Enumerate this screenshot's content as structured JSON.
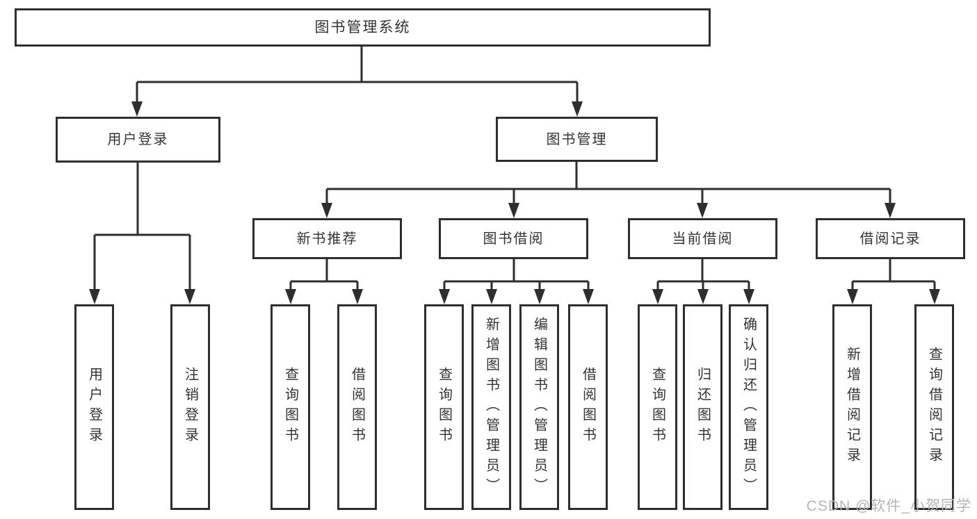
{
  "diagram": {
    "root": {
      "label": "图书管理系统"
    },
    "branches": [
      {
        "label": "用户登录",
        "leaves": [
          {
            "label": "用户登录"
          },
          {
            "label": "注销登录"
          }
        ]
      },
      {
        "label": "图书管理",
        "sections": [
          {
            "label": "新书推荐",
            "leaves": [
              {
                "label": "查询图书"
              },
              {
                "label": "借阅图书"
              }
            ]
          },
          {
            "label": "图书借阅",
            "leaves": [
              {
                "label": "查询图书"
              },
              {
                "label": "新增图书（管理员）"
              },
              {
                "label": "编辑图书（管理员）"
              },
              {
                "label": "借阅图书"
              }
            ]
          },
          {
            "label": "当前借阅",
            "leaves": [
              {
                "label": "查询图书"
              },
              {
                "label": "归还图书"
              },
              {
                "label": "确认归还（管理员）"
              }
            ]
          },
          {
            "label": "借阅记录",
            "leaves": [
              {
                "label": "新增借阅记录"
              },
              {
                "label": "查询借阅记录"
              }
            ]
          }
        ]
      }
    ]
  },
  "watermark": {
    "text": "CSDN @软件_小贺同学"
  },
  "colors": {
    "line": "#2e2e2e",
    "text": "#333333",
    "watermark": "#b4b4b8",
    "background": "#ffffff"
  }
}
